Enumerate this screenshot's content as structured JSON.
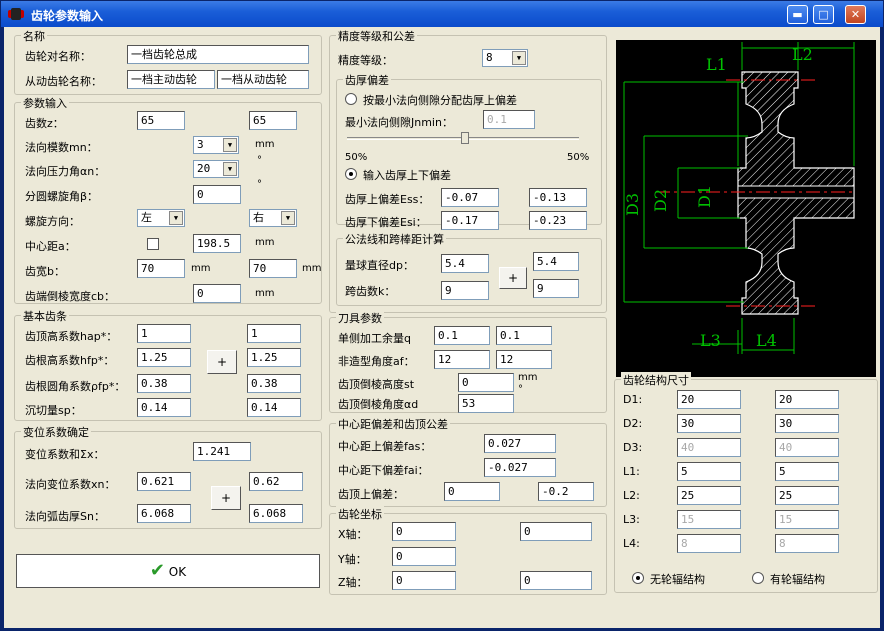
{
  "window": {
    "title": "齿轮参数输入",
    "min": "▬",
    "max": "□",
    "close": "✕"
  },
  "name_group": {
    "title": "名称",
    "pair_label": "齿轮对名称：",
    "pair_value": "一档齿轮总成",
    "driven_label": "从动齿轮名称：",
    "driven_a": "一档主动齿轮",
    "driven_b": "一档从动齿轮"
  },
  "param_group": {
    "title": "参数输入",
    "z_label": "齿数z：",
    "z1": "65",
    "z2": "65",
    "mn_label": "法向模数mn：",
    "mn": "3",
    "mn_unit": "mm",
    "alpha_label": "法向压力角αn：",
    "alpha": "20",
    "alpha_unit": "°",
    "beta_label": "分圆螺旋角β：",
    "beta": "0",
    "beta_unit": "°",
    "hand_label": "螺旋方向：",
    "hand1": "左",
    "hand2": "右",
    "a_label": "中心距a：",
    "a": "198.5",
    "a_unit": "mm",
    "b_label": "齿宽b：",
    "b1": "70",
    "b1_unit": "mm",
    "b2": "70",
    "b2_unit": "mm",
    "cb_label": "齿端倒棱宽度cb：",
    "cb": "0",
    "cb_unit": "mm"
  },
  "basic_group": {
    "title": "基本齿条",
    "hap_label": "齿顶高系数hap*：",
    "hap1": "1",
    "hap2": "1",
    "hfp_label": "齿根高系数hfp*：",
    "hfp1": "1.25",
    "hfp2": "1.25",
    "plus": "+",
    "rho_label": "齿根圆角系数ρfp*：",
    "rho1": "0.38",
    "rho2": "0.38",
    "sp_label": "沉切量sp：",
    "sp1": "0.14",
    "sp2": "0.14"
  },
  "shift_group": {
    "title": "变位系数确定",
    "xs_label": "变位系数和Σx：",
    "xs": "1.241",
    "xn_label": "法向变位系数xn：",
    "xn1": "0.621",
    "xn2": "0.62",
    "plus": "+",
    "sn_label": "法向弧齿厚Sn：",
    "sn1": "6.068",
    "sn2": "6.068"
  },
  "ok_label": "OK",
  "accuracy_group": {
    "title": "精度等级和公差",
    "grade_label": "精度等级：",
    "grade": "8",
    "thick_group": {
      "title": "齿厚偏差",
      "opt1": "按最小法向侧隙分配齿厚上偏差",
      "jn_label": "最小法向侧隙Jnmin：",
      "jn": "0.1",
      "pct_left": "50%",
      "pct_right": "50%",
      "opt2": "输入齿厚上下偏差",
      "ess_label": "齿厚上偏差Ess：",
      "ess1": "-0.07",
      "ess2": "-0.13",
      "esi_label": "齿厚下偏差Esi：",
      "esi1": "-0.17",
      "esi2": "-0.23"
    },
    "span_group": {
      "title": "公法线和跨棒距计算",
      "dp_label": "量球直径dp：",
      "dp1": "5.4",
      "dp2": "5.4",
      "plus": "+",
      "k_label": "跨齿数k：",
      "k1": "9",
      "k2": "9"
    }
  },
  "tool_group": {
    "title": "刀具参数",
    "q_label": "单侧加工余量q",
    "q1": "0.1",
    "q2": "0.1",
    "af_label": "非造型角度af：",
    "af1": "12",
    "af2": "12",
    "st_label": "齿顶倒棱高度st",
    "st": "0",
    "st_unit": "mm",
    "ad_label": "齿顶倒棱角度αd",
    "ad": "53",
    "ad_unit": "°"
  },
  "tol_group": {
    "title": "中心距偏差和齿顶公差",
    "fas_label": "中心距上偏差fas：",
    "fas": "0.027",
    "fai_label": "中心距下偏差fai：",
    "fai": "-0.027",
    "tip_label": "齿顶上偏差：",
    "tip1": "0",
    "tip2": "-0.2"
  },
  "coord_group": {
    "title": "齿轮坐标",
    "x_label": "X轴：",
    "x1": "0",
    "x2": "0",
    "y_label": "Y轴：",
    "y1": "0",
    "z_label": "Z轴：",
    "z1": "0",
    "z2": "0"
  },
  "drawing": {
    "labels": {
      "l1": "L1",
      "l2": "L2",
      "l3": "L3",
      "l4": "L4",
      "d1": "D1",
      "d2": "D2",
      "d3": "D3"
    },
    "line_color": "#00c000",
    "body_color": "#ffffff",
    "center_color": "#ff2020"
  },
  "struct_group": {
    "title": "齿轮结构尺寸",
    "rows": [
      {
        "label": "D1:",
        "v1": "20",
        "v2": "20",
        "disabled": false
      },
      {
        "label": "D2:",
        "v1": "30",
        "v2": "30",
        "disabled": false
      },
      {
        "label": "D3:",
        "v1": "40",
        "v2": "40",
        "disabled": true
      },
      {
        "label": "L1:",
        "v1": "5",
        "v2": "5",
        "disabled": false
      },
      {
        "label": "L2:",
        "v1": "25",
        "v2": "25",
        "disabled": false
      },
      {
        "label": "L3:",
        "v1": "15",
        "v2": "15",
        "disabled": true
      },
      {
        "label": "L4:",
        "v1": "8",
        "v2": "8",
        "disabled": true
      }
    ],
    "opt_no": "无轮辐结构",
    "opt_yes": "有轮辐结构"
  }
}
